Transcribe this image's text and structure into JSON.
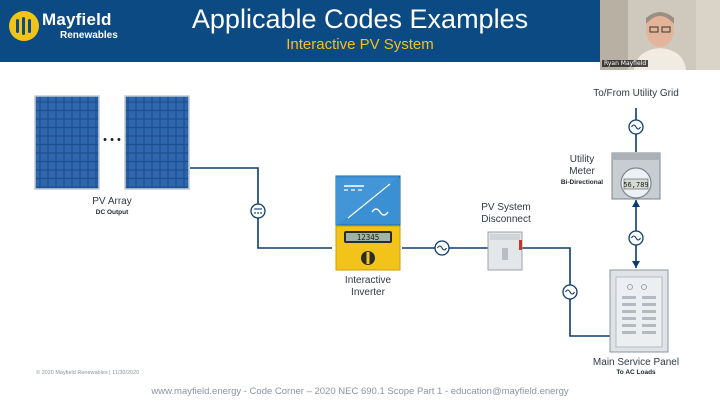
{
  "header": {
    "logo_name": "Mayfield",
    "logo_sub": "Renewables",
    "title": "Applicable Codes Examples",
    "subtitle": "Interactive PV System"
  },
  "webcam": {
    "name": "Ryan Mayfield"
  },
  "diagram": {
    "pv_array": {
      "label": "PV Array",
      "sublabel": "DC Output",
      "ellipsis": "• • •"
    },
    "inverter": {
      "label_line1": "Interactive",
      "label_line2": "Inverter",
      "display": "12345"
    },
    "disconnect": {
      "label_line1": "PV System",
      "label_line2": "Disconnect"
    },
    "meter": {
      "label_line1": "Utility",
      "label_line2": "Meter",
      "sublabel": "Bi-Directional",
      "display": "56,789"
    },
    "grid": {
      "label": "To/From Utility Grid"
    },
    "panel": {
      "label": "Main Service Panel",
      "sublabel": "To AC Loads"
    }
  },
  "colors": {
    "header_bg": "#0b4a82",
    "accent_yellow": "#f2c318",
    "wire": "#0b3b6e",
    "inverter_blue": "#2a7fc4"
  },
  "footer": {
    "text": "www.mayfield.energy  - Code Corner – 2020 NEC 690.1 Scope Part 1 -  education@mayfield.energy",
    "copyright": "© 2020 Mayfield Renewables | 11/30/2020"
  }
}
